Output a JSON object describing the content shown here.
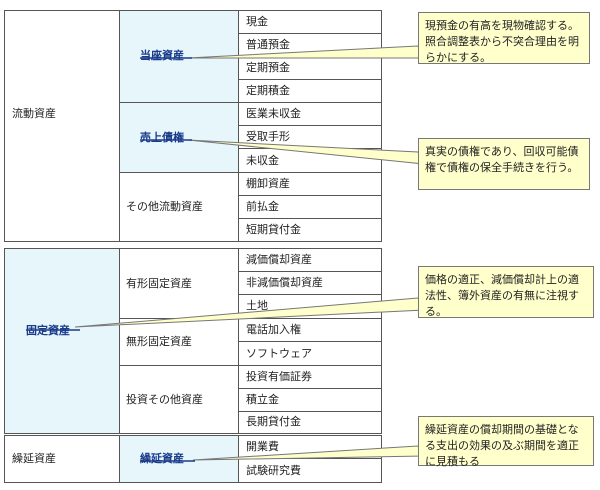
{
  "current_assets": {
    "group_label": "流動資産",
    "cash": {
      "label": "当座資産",
      "items": [
        "現金",
        "普通預金",
        "定期預金",
        "定期積金"
      ]
    },
    "receivables": {
      "label": "売上債権",
      "items": [
        "医業未収金",
        "受取手形",
        "未収金"
      ]
    },
    "other": {
      "label": "その他流動資産",
      "items": [
        "棚卸資産",
        "前払金",
        "短期貸付金"
      ]
    }
  },
  "fixed_assets": {
    "group_label": "固定資産",
    "tangible": {
      "label": "有形固定資産",
      "items": [
        "減価償却資産",
        "非減価償却資産",
        "土地"
      ]
    },
    "intangible": {
      "label": "無形固定資産",
      "items": [
        "電話加入権",
        "ソフトウェア"
      ]
    },
    "investments": {
      "label": "投資その他資産",
      "items": [
        "投資有価証券",
        "積立金",
        "長期貸付金"
      ]
    }
  },
  "deferred_assets": {
    "group_label": "繰延資産",
    "sub": {
      "label": "繰延資産",
      "items": [
        "開業費",
        "試験研究費"
      ]
    }
  },
  "callouts": {
    "cash_note": "現預金の有高を現物確認する。照合調整表から不突合理由を明らかにする。",
    "receivables_note": "真実の債権であり、回収可能債権で債権の保全手続きを行う。",
    "fixed_note": "価格の適正、減価償却計上の適法性、簿外資産の有無に注視する。",
    "deferred_note": "繰延資産の償却期間の基礎となる支出の効果の及ぶ期間を適正に見積もる"
  },
  "colors": {
    "highlight": "#e6f6fb",
    "label_bold": "#1a3a8a",
    "callout_bg": "#ffffcc",
    "connector": "#1a3a8a"
  }
}
